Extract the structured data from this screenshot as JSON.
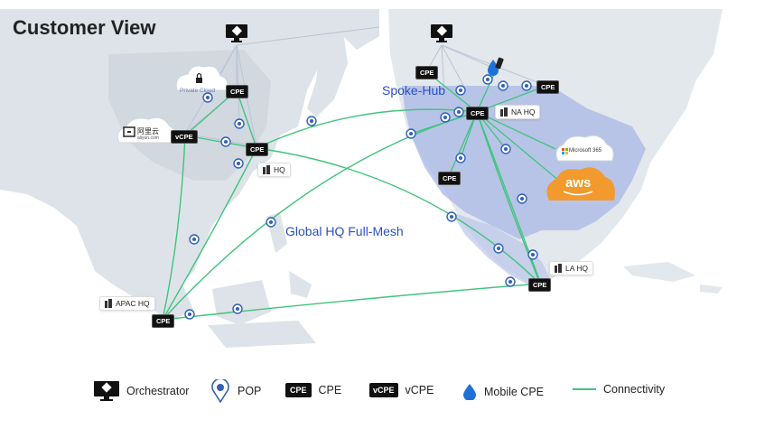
{
  "title": "Customer View",
  "labels": {
    "spoke_hub": "Spoke-Hub",
    "full_mesh": "Global HQ Full-Mesh"
  },
  "sites": {
    "hq": "HQ",
    "na_hq": "NA HQ",
    "la_hq": "LA HQ",
    "apac_hq": "APAC HQ"
  },
  "clouds": {
    "private_cloud": "Private Cloud",
    "aliyun": "阿里云",
    "aliyun_sub": "aliyun.com",
    "ms365": "Microsoft 365",
    "aws": "aws"
  },
  "chip": {
    "cpe": "CPE",
    "vcpe": "vCPE"
  },
  "legend": {
    "orchestrator": "Orchestrator",
    "pop": "POP",
    "cpe": "CPE",
    "vcpe": "vCPE",
    "mobile_cpe": "Mobile CPE",
    "connectivity": "Connectivity"
  },
  "colors": {
    "connectivity": "#3fc47c",
    "spoke_line": "#b9c4d6",
    "land": "#dfe5ea",
    "na_overlay": "#a9b8e6",
    "label_blue": "#2c4fc4",
    "aws_orange": "#f29a2e"
  }
}
